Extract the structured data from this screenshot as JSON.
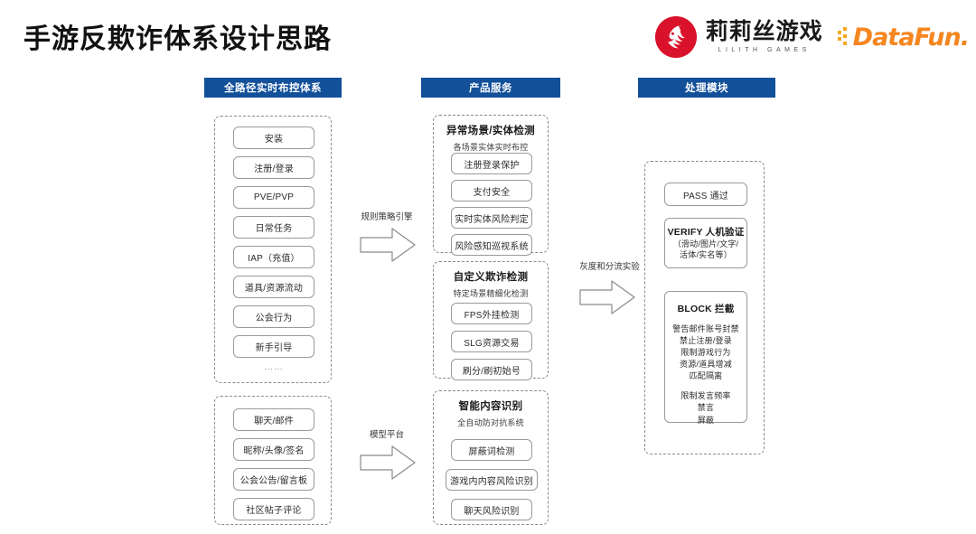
{
  "page_title": "手游反欺诈体系设计思路",
  "brand": {
    "lilith_cn": "莉莉丝游戏",
    "lilith_en": "LILITH GAMES",
    "datafun": "DataFun."
  },
  "colors": {
    "header_blue": "#12509a",
    "brand_red": "#d9112a",
    "brand_orange": "#f6861f",
    "dash_gray": "#8a8a8a"
  },
  "columns": [
    {
      "header": "全路径实时布控体系",
      "groups": [
        {
          "title": "",
          "subtitle": "",
          "cards": [
            {
              "label": "安装"
            },
            {
              "label": "注册/登录"
            },
            {
              "label": "PVE/PVP"
            },
            {
              "label": "日常任务"
            },
            {
              "label": "IAP（充值）"
            },
            {
              "label": "道具/资源流动"
            },
            {
              "label": "公会行为"
            },
            {
              "label": "新手引导"
            }
          ],
          "ellipsis": "……"
        },
        {
          "title": "",
          "subtitle": "",
          "cards": [
            {
              "label": "聊天/邮件"
            },
            {
              "label": "昵称/头像/签名"
            },
            {
              "label": "公会公告/留言板"
            },
            {
              "label": "社区帖子评论"
            }
          ]
        }
      ]
    },
    {
      "header": "产品服务",
      "groups": [
        {
          "title": "异常场景/实体检测",
          "subtitle": "各场景实体实时布控",
          "cards": [
            {
              "label": "注册登录保护"
            },
            {
              "label": "支付安全"
            },
            {
              "label": "实时实体风险判定"
            },
            {
              "label": "风险感知巡视系统"
            }
          ]
        },
        {
          "title": "自定义欺诈检测",
          "subtitle": "特定场景精细化检测",
          "cards": [
            {
              "label": "FPS外挂检测"
            },
            {
              "label": "SLG资源交易"
            },
            {
              "label": "刷分/刷初始号"
            }
          ]
        },
        {
          "title": "智能内容识别",
          "subtitle": "全自动防对抗系统",
          "cards": [
            {
              "label": "屏蔽词检测"
            },
            {
              "label": "游戏内内容风险识别"
            },
            {
              "label": "聊天风险识别"
            }
          ]
        }
      ]
    },
    {
      "header": "处理模块",
      "groups": [
        {
          "title": "",
          "subtitle": "",
          "cards": [
            {
              "label": "PASS  通过"
            },
            {
              "title": "VERIFY 人机验证",
              "lines": [
                "（滑动/图片/文字/",
                "活体/实名等）"
              ]
            },
            {
              "title": "BLOCK 拦截",
              "lines": [
                "警告邮件账号封禁",
                "禁止注册/登录",
                "限制游戏行为",
                "资源/道具增减",
                "匹配隔离",
                "",
                "限制发言频率",
                "禁言",
                "屏蔽"
              ]
            }
          ]
        }
      ]
    }
  ],
  "arrows": [
    {
      "label": "规则策略引擎"
    },
    {
      "label": "模型平台"
    },
    {
      "label": "灰度和分流实验"
    }
  ]
}
